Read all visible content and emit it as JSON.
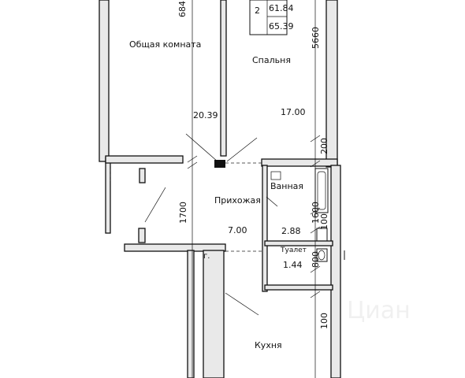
{
  "plan": {
    "rooms": {
      "living": {
        "label": "Общая комната",
        "area": "20.39",
        "dim": "684"
      },
      "bedroom": {
        "label": "Спальня",
        "area": "17.00",
        "dim": "5660"
      },
      "hall": {
        "label": "Прихожая",
        "area": "7.00",
        "dim": "1700"
      },
      "bath": {
        "label": "Ванная",
        "area": "2.88",
        "dim": "1600"
      },
      "toilet": {
        "label": "Туалет",
        "area": "1.44"
      },
      "kitchen": {
        "label": "Кухня"
      }
    },
    "summary": {
      "rooms_count": "2",
      "living_total": "61.84",
      "total_area": "65.39"
    },
    "extra_dims": [
      "200",
      "100",
      "800",
      "100"
    ],
    "watermark": "Циан"
  }
}
